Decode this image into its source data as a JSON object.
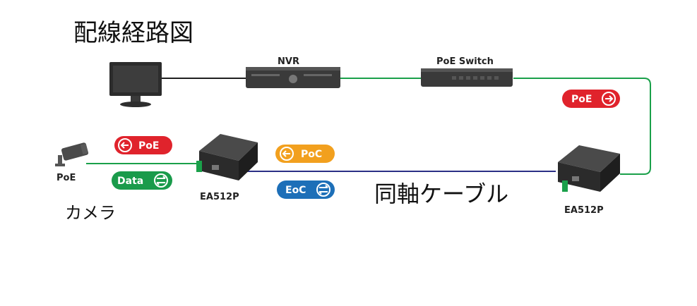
{
  "title": "配線経路図",
  "devices": {
    "nvr": "NVR",
    "poe_switch": "PoE Switch",
    "camera_top": "PoE",
    "camera_bottom": "カメラ",
    "ea_left": "EA512P",
    "ea_right": "EA512P"
  },
  "cable_label": "同軸ケーブル",
  "badges": {
    "poe_left": "PoE",
    "data_left": "Data",
    "poc_mid": "PoC",
    "eoc_mid": "EoC",
    "poe_right": "PoE"
  },
  "colors": {
    "green_line": "#1aa04a",
    "blue_line": "#2b2f86",
    "red_badge": "#e0232c",
    "green_badge": "#1a9b4b",
    "orange_badge": "#f2a01e",
    "blue_badge": "#1d6fb8",
    "device_dark": "#2b2b2b"
  }
}
